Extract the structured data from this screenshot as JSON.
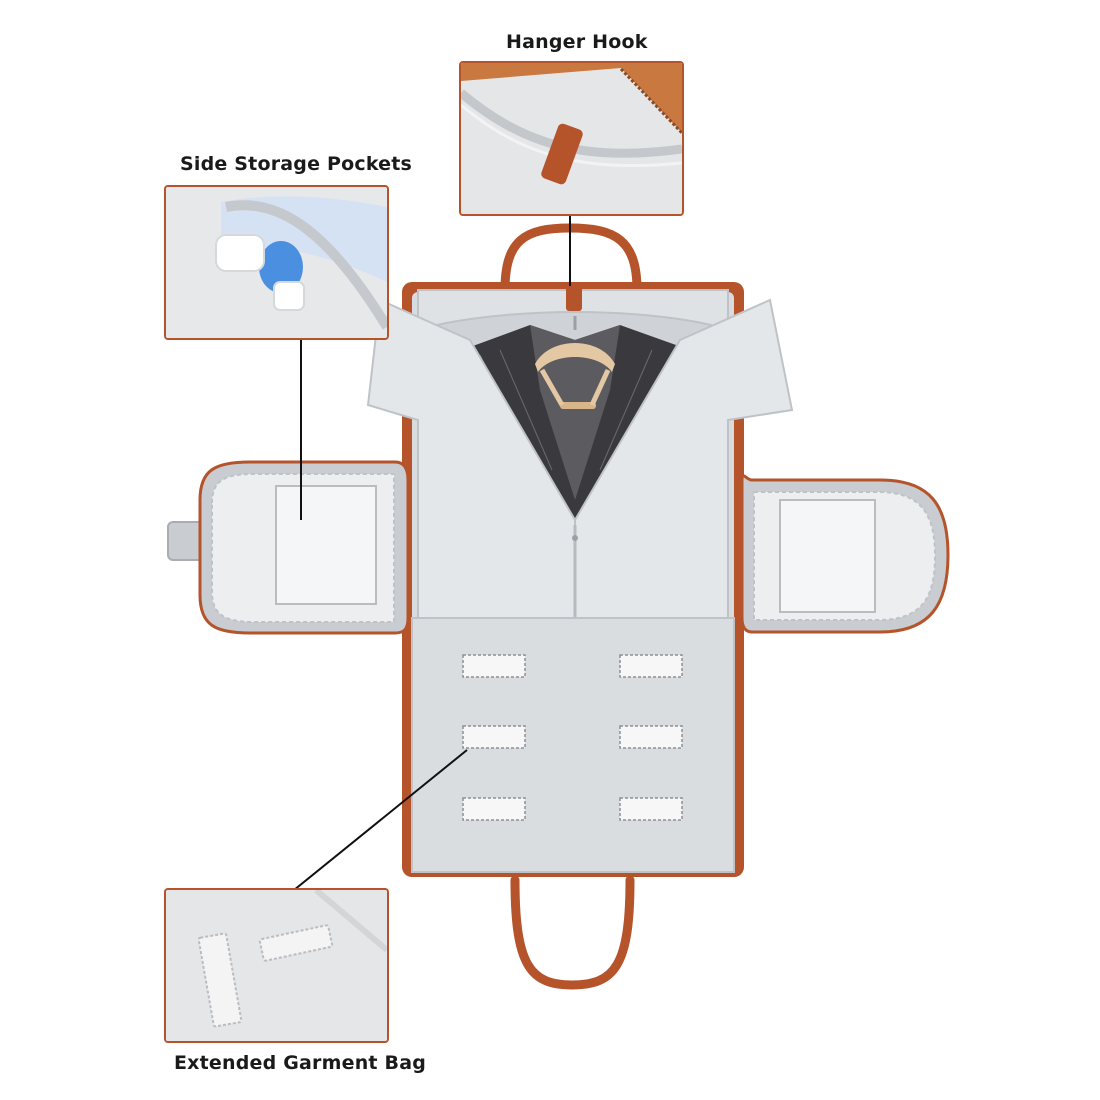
{
  "callouts": {
    "hanger_hook": "Hanger Hook",
    "side_pockets": "Side Storage Pockets",
    "extended_bag": "Extended Garment Bag"
  },
  "colors": {
    "leather": "#b5532b",
    "lining": "#d9dcdf",
    "suit": "#3a3a3e",
    "hanger": "#e4c8a4",
    "bottle_blue": "#4a8fe0"
  }
}
